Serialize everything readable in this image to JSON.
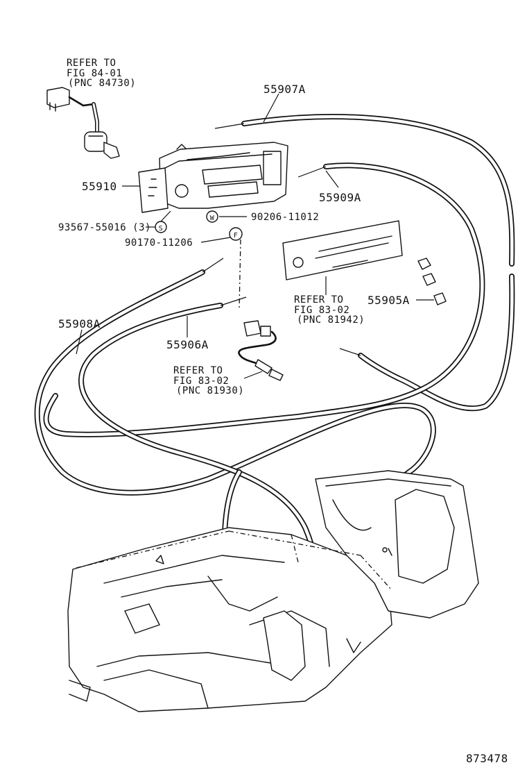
{
  "labels": {
    "ref_84_01": {
      "line1": "REFER TO",
      "line2": "FIG 84-01",
      "line3": "(PNC 84730)"
    },
    "part_55907A": "55907A",
    "part_55910": "55910",
    "part_55909A": "55909A",
    "part_90206": "90206-11012",
    "part_93567": "93567-55016 (3)",
    "part_90170": "90170-11206",
    "ref_83_02_panel": {
      "line1": "REFER TO",
      "line2": "FIG 83-02",
      "line3": "(PNC 81942)"
    },
    "part_55905A": "55905A",
    "part_55908A": "55908A",
    "part_55906A": "55906A",
    "ref_83_02_sensor": {
      "line1": "REFER TO",
      "line2": "FIG 83-02",
      "line3": "(PNC 81930)"
    },
    "diagram_number": "873478"
  },
  "symbols": {
    "s_mark": "S",
    "w_mark": "W",
    "f_mark": "F"
  },
  "colors": {
    "ink": "#111111",
    "paper": "#ffffff"
  }
}
